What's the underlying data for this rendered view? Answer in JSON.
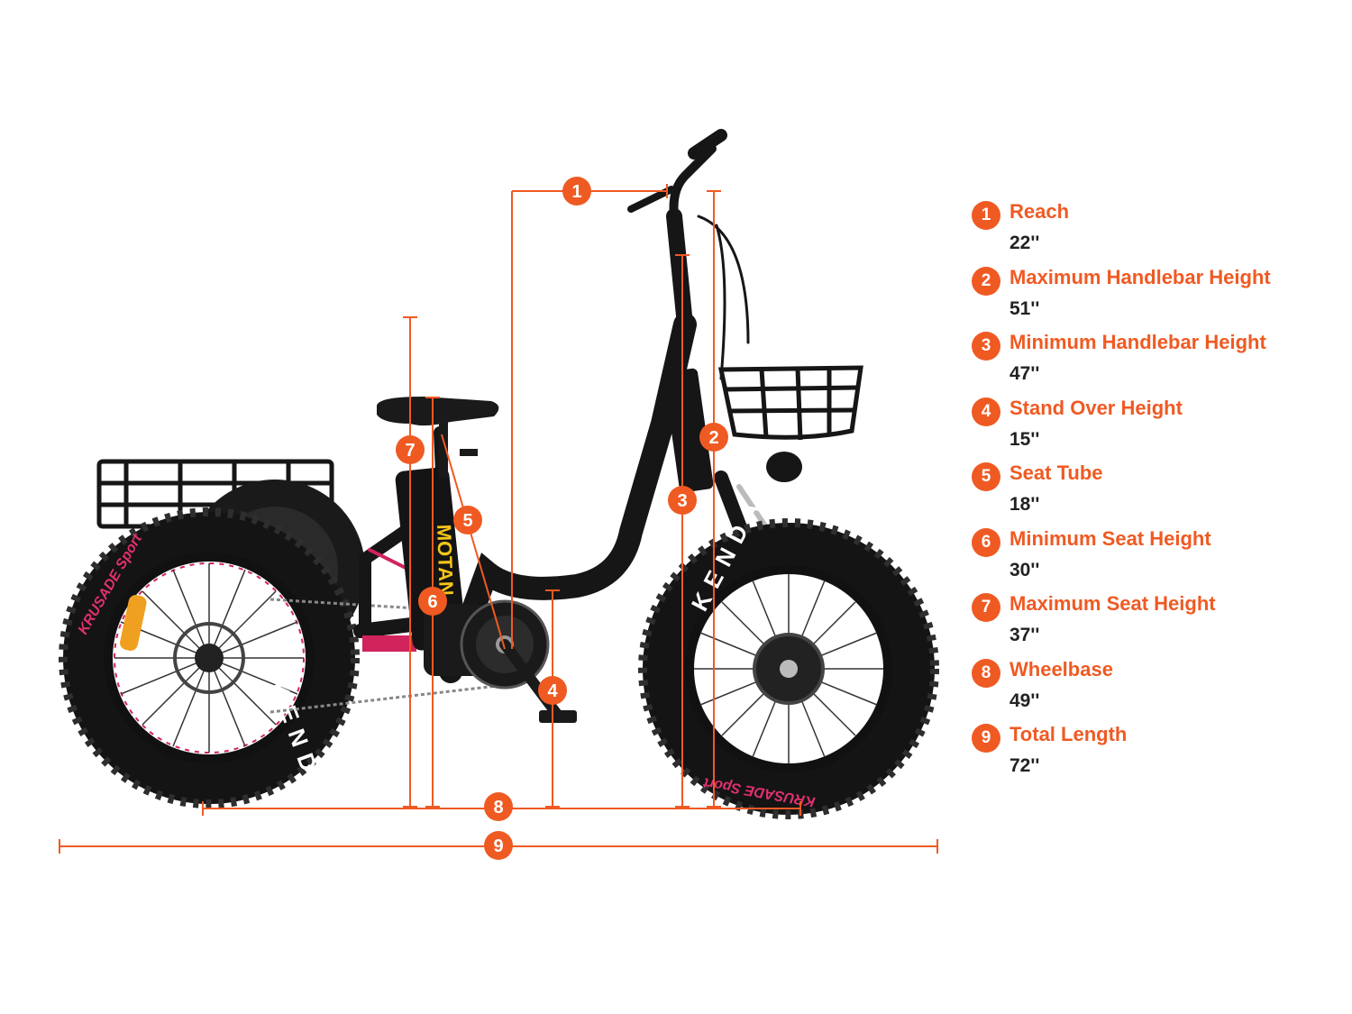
{
  "colors": {
    "accent": "#ef5a23",
    "value_text": "#222222",
    "bike": "#161616"
  },
  "bike_graphics": {
    "frame_text": "MOTAN",
    "tire_brand": "KENDA",
    "tire_model": "KRUSADE Sport"
  },
  "callouts": [
    "1",
    "2",
    "3",
    "4",
    "5",
    "6",
    "7",
    "8",
    "9"
  ],
  "specs": [
    {
      "num": "1",
      "label": "Reach",
      "value": "22''"
    },
    {
      "num": "2",
      "label": "Maximum Handlebar Height",
      "value": "51''"
    },
    {
      "num": "3",
      "label": "Minimum Handlebar Height",
      "value": "47''"
    },
    {
      "num": "4",
      "label": "Stand Over Height",
      "value": "15''"
    },
    {
      "num": "5",
      "label": "Seat Tube",
      "value": "18''"
    },
    {
      "num": "6",
      "label": "Minimum Seat Height",
      "value": "30''"
    },
    {
      "num": "7",
      "label": "Maximum Seat Height",
      "value": "37''"
    },
    {
      "num": "8",
      "label": "Wheelbase",
      "value": "49''"
    },
    {
      "num": "9",
      "label": "Total Length",
      "value": "72''"
    }
  ]
}
